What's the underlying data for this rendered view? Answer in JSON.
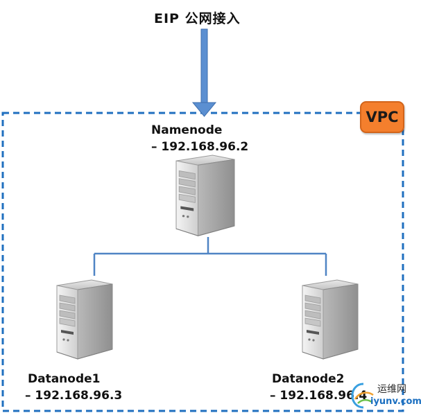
{
  "title": "EIP 公网接入",
  "vpc_label": "VPC",
  "colors": {
    "vpc_border": "#1f6fbf",
    "arrow": "#5b8fd1",
    "connector": "#4f84c4",
    "vpc_badge": "#f47f2d"
  },
  "nodes": [
    {
      "id": "namenode",
      "name": "Namenode",
      "ip": "– 192.168.96.2",
      "icon": "server-icon"
    },
    {
      "id": "datanode1",
      "name": "Datanode1",
      "ip": "– 192.168.96.3",
      "icon": "server-icon"
    },
    {
      "id": "datanode2",
      "name": "Datanode2",
      "ip": "– 192.168.96.4",
      "icon": "server-icon"
    }
  ],
  "watermark": {
    "cn": "运维网",
    "en": "iyunv.com"
  }
}
